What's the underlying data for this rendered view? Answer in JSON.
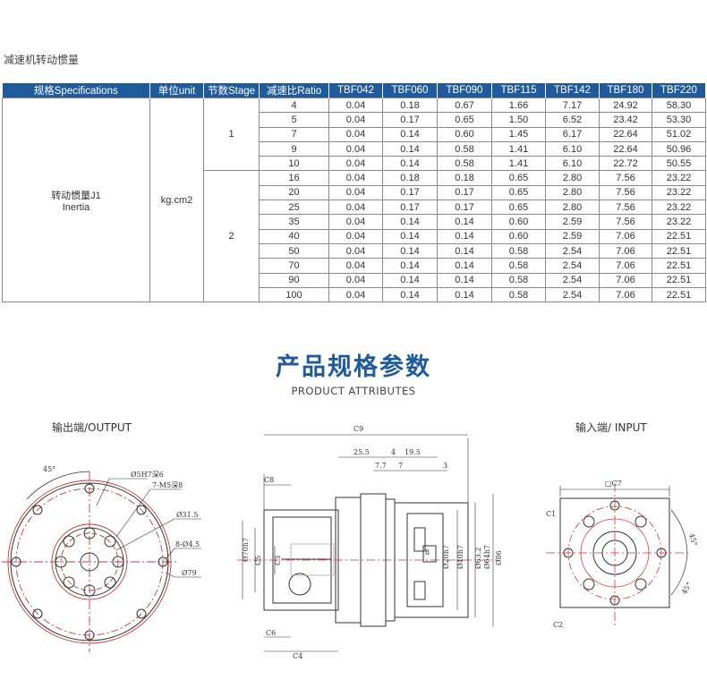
{
  "caption": "减速机转动惯量",
  "table": {
    "headers": [
      "规格Specifications",
      "单位unit",
      "节数Stage",
      "减速比Ratio",
      "TBF042",
      "TBF060",
      "TBF090",
      "TBF115",
      "TBF142",
      "TBF180",
      "TBF220"
    ],
    "spec_name": "转动惯量J1",
    "spec_name_en": "Inertia",
    "unit": "kg.cm2",
    "stage1": "1",
    "stage2": "2",
    "rows": [
      [
        "4",
        "0.04",
        "0.18",
        "0.67",
        "1.66",
        "7.17",
        "24.92",
        "58.30"
      ],
      [
        "5",
        "0.04",
        "0.17",
        "0.65",
        "1.50",
        "6.52",
        "23.42",
        "53.30"
      ],
      [
        "7",
        "0.04",
        "0.14",
        "0.60",
        "1.45",
        "6.17",
        "22.64",
        "51.02"
      ],
      [
        "9",
        "0.04",
        "0.14",
        "0.58",
        "1.41",
        "6.10",
        "22.64",
        "50.96"
      ],
      [
        "10",
        "0.04",
        "0.14",
        "0.58",
        "1.41",
        "6.10",
        "22.72",
        "50.55"
      ],
      [
        "16",
        "0.04",
        "0.18",
        "0.18",
        "0.65",
        "2.80",
        "7.56",
        "23.22"
      ],
      [
        "20",
        "0.04",
        "0.17",
        "0.17",
        "0.65",
        "2.80",
        "7.56",
        "23.22"
      ],
      [
        "25",
        "0.04",
        "0.17",
        "0.17",
        "0.65",
        "2.80",
        "7.56",
        "23.22"
      ],
      [
        "35",
        "0.04",
        "0.14",
        "0.14",
        "0.60",
        "2.59",
        "7.56",
        "23.22"
      ],
      [
        "40",
        "0.04",
        "0.14",
        "0.14",
        "0.60",
        "2.59",
        "7.06",
        "22.51"
      ],
      [
        "50",
        "0.04",
        "0.14",
        "0.14",
        "0.58",
        "2.54",
        "7.06",
        "22.51"
      ],
      [
        "70",
        "0.04",
        "0.14",
        "0.14",
        "0.58",
        "2.54",
        "7.06",
        "22.51"
      ],
      [
        "90",
        "0.04",
        "0.14",
        "0.14",
        "0.58",
        "2.54",
        "7.06",
        "22.51"
      ],
      [
        "100",
        "0.04",
        "0.14",
        "0.14",
        "0.58",
        "2.54",
        "7.06",
        "22.51"
      ]
    ]
  },
  "section": {
    "title": "产品规格参数",
    "subtitle": "PRODUCT ATTRIBUTES"
  },
  "drawing": {
    "output_label": "输出端/OUTPUT",
    "input_label": "输入端/ INPUT",
    "output_dims": {
      "angle": "45°",
      "hole1": "Ø5H7深6",
      "hole2": "7-M5深8",
      "pcd": "Ø31.5",
      "holes": "8-Ø4.5",
      "outer": "Ø79"
    },
    "side_dims": {
      "c9": "C9",
      "d25_5": "25.5",
      "d4": "4",
      "d19_5": "19.5",
      "d7_7": "7.7",
      "d7": "7",
      "d3": "3",
      "c8": "C8",
      "c5": "C5",
      "c3": "C3",
      "c6": "C6",
      "c4": "C4",
      "d70": "Ø70h7",
      "d8": "8",
      "d20": "Ø20h7",
      "d40": "Ø40h7",
      "d63": "Ø63.2",
      "d64": "Ø64h7",
      "d86": "Ø86"
    },
    "input_dims": {
      "c7": "□C7",
      "c1": "C1",
      "c2": "C2",
      "angle1": "45°",
      "angle2": "45°"
    }
  },
  "colors": {
    "header_blue": "#1f5b9c",
    "drawing_red": "#d9332e",
    "drawing_line": "#333333"
  }
}
